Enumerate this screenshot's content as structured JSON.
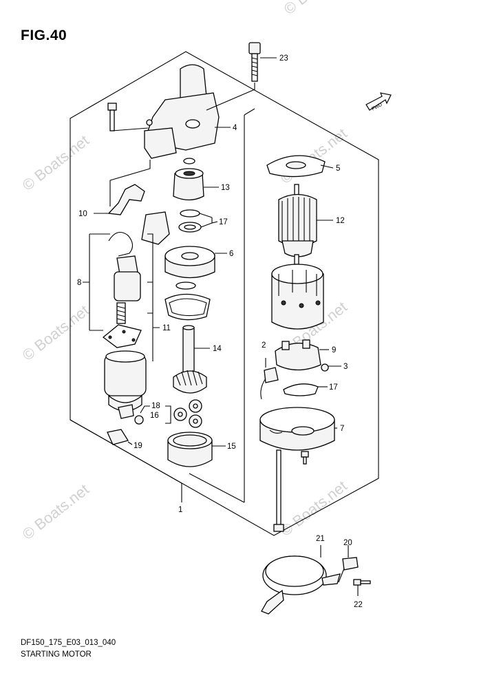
{
  "figure": {
    "title": "FIG.40",
    "code": "DF150_175_E03_013_040",
    "name": "STARTING MOTOR"
  },
  "watermark": "© Boats.net",
  "fwd_label": "FWD",
  "callouts": [
    "1",
    "2",
    "3",
    "4",
    "5",
    "6",
    "7",
    "8",
    "9",
    "10",
    "11",
    "12",
    "13",
    "14",
    "15",
    "16",
    "17",
    "17",
    "18",
    "19",
    "20",
    "21",
    "22",
    "23"
  ]
}
